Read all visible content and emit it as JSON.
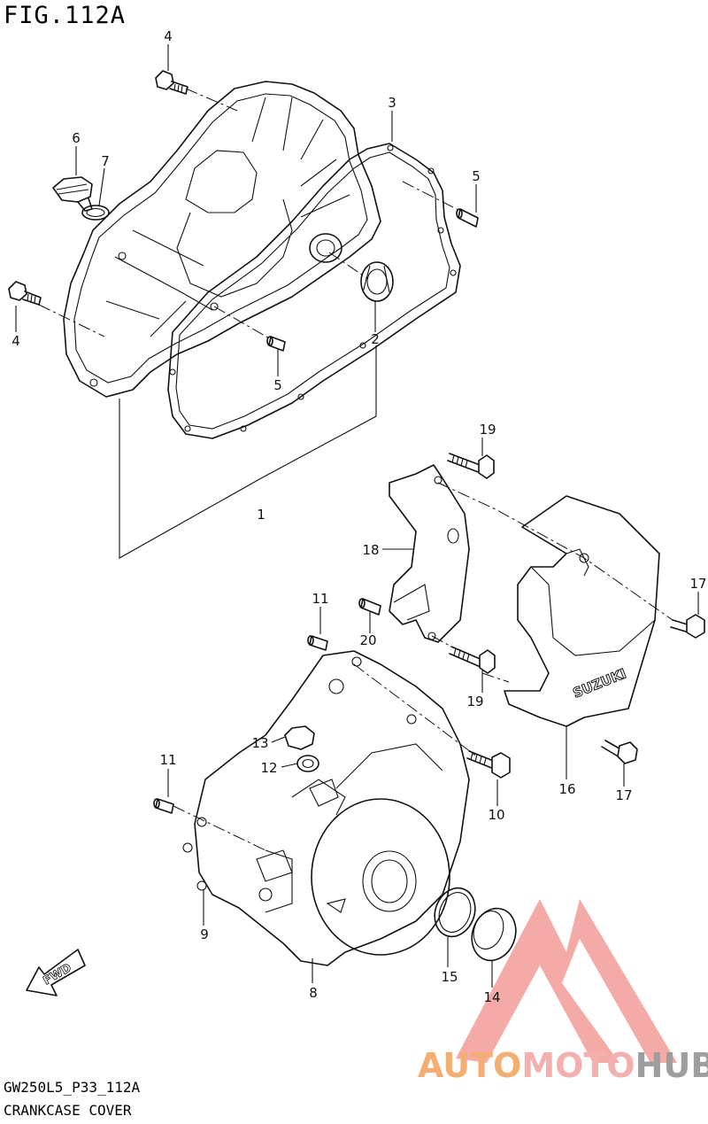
{
  "figure": {
    "title": "FIG.112A",
    "code": "GW250L5_P33_112A",
    "name": "CRANKCASE COVER"
  },
  "brand_on_cover": "SUZUKI",
  "direction_arrow": "FWD",
  "watermark": {
    "text_part1": "AUTO",
    "text_part2": "MOTO",
    "text_part3": "HUB",
    "color_primary": "#f2a25a",
    "color_secondary": "#f2a3a0",
    "color_tertiary": "#9a9a9a"
  },
  "part_labels": [
    "4",
    "6",
    "7",
    "3",
    "5",
    "4",
    "2",
    "5",
    "1",
    "19",
    "18",
    "17",
    "11",
    "20",
    "19",
    "13",
    "12",
    "11",
    "10",
    "16",
    "17",
    "9",
    "15",
    "14",
    "8"
  ]
}
